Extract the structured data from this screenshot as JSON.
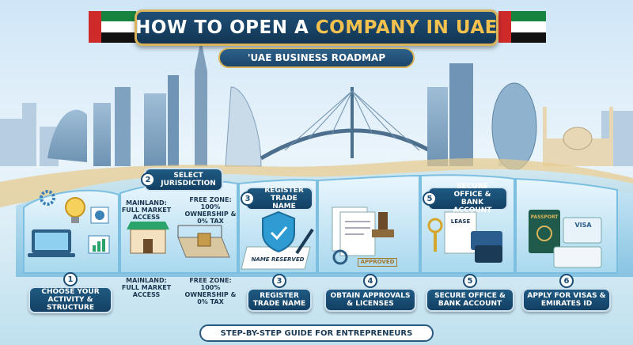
{
  "header": {
    "title_part1": "HOW TO OPEN A ",
    "title_part2": "COMPANY IN UAE",
    "subtitle": "'UAE BUSINESS ROADMAP"
  },
  "colors": {
    "banner": "#1a4a70",
    "gold": "#d9b45a",
    "road": "#8ec8e6",
    "flag_red": "#cf2a2a",
    "flag_green": "#16843f"
  },
  "steps": [
    {
      "number": "1",
      "label": "CHOOSE YOUR ACTIVITY & STRUCTURE"
    },
    {
      "number": "2",
      "label": "SELECT JURISDICTION"
    },
    {
      "number": "3",
      "label": "REGISTER TRADE NAME"
    },
    {
      "number": "4",
      "label": "OBTAIN APPROVALS & LICENSES"
    },
    {
      "number": "5",
      "label": "SECURE OFFICE & BANK ACCOUNT"
    },
    {
      "number": "6",
      "label": "APPLY FOR VISAS & EMIRATES ID"
    }
  ],
  "top_labels": {
    "jurisdiction": "SELECT JURISDICTION",
    "trade_name": "REGISTER TRADE NAME",
    "office": "SECURE OFFICE & BANK ACCOUNT"
  },
  "jurisdiction": {
    "mainland_top": "MAINLAND: FULL MARKET ACCESS",
    "freezone_top": "FREE ZONE: 100% OWNERSHIP & 0% TAX",
    "mainland_bottom": "MAINLAND: FULL MARKET ACCESS",
    "freezone_bottom": "FREE ZONE: 100% OWNERSHIP & 0% TAX"
  },
  "stamps": {
    "name_reserved": "NAME RESERVED",
    "approved": "APPROVED",
    "lease": "LEASE",
    "passport": "PASSPORT",
    "visa": "VISA"
  },
  "footer": "STEP-BY-STEP GUIDE FOR ENTREPRENEURS"
}
